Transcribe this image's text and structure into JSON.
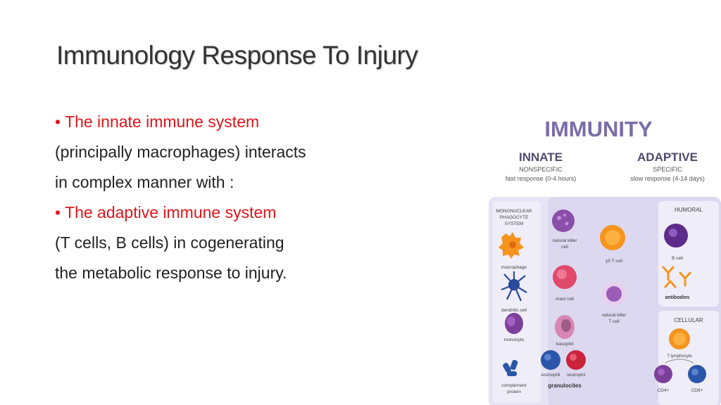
{
  "slide": {
    "title": "Immunology Response To Injury",
    "bullets": [
      {
        "text": "• The innate immune system",
        "style": "red"
      },
      {
        "text": "(principally macrophages) interacts",
        "style": "normal"
      },
      {
        "text": "in complex manner with :",
        "style": "normal"
      },
      {
        "text": "• The adaptive immune system",
        "style": "red"
      },
      {
        "text": "(T cells, B cells) in cogenerating",
        "style": "normal"
      },
      {
        "text": "the metabolic response to injury.",
        "style": "normal"
      }
    ]
  },
  "figure": {
    "heading": "IMMUNITY",
    "innate": {
      "title": "INNATE",
      "sub1": "NONSPECIFIC",
      "sub2": "fast response (0-4 hours)"
    },
    "adaptive": {
      "title": "ADAPTIVE",
      "sub1": "SPECIFIC",
      "sub2": "slow response (4-14 days)"
    },
    "labels": {
      "mono_phag_1": "MONONUCLEAR",
      "mono_phag_2": "PHAGOCYTE",
      "mono_phag_3": "SYSTEM",
      "macrophage": "macrophage",
      "dendritic": "dendritic cell",
      "monocyte": "monocyte",
      "complement_1": "complement",
      "complement_2": "protein",
      "nk_1": "natural killer",
      "nk_2": "cell",
      "mast": "mast cell",
      "basophil": "basophil",
      "eosinophil": "eosinophil",
      "neutrophil": "neutrophil",
      "granulocites": "granulocites",
      "gd_t": "γδ T cell",
      "nkt_1": "natural killer",
      "nkt_2": "T cell",
      "humoral": "HUMORAL",
      "b_cell": "B cell",
      "antibodies": "antibodies",
      "cellular": "CELLULAR",
      "t_lymph": "T lymphocyte",
      "cd4": "CD4+",
      "cd8": "CD8+"
    },
    "colors": {
      "heading": "#7a6ea8",
      "panel": "#e4e2f4",
      "panel_dark": "#d6d2ee",
      "orange": "#f7941d",
      "purple": "#7b3f9a",
      "pink": "#e04a7a",
      "blue": "#2b55a8"
    }
  }
}
